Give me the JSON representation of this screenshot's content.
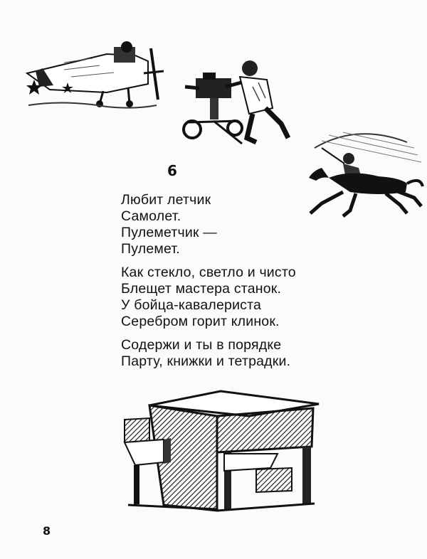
{
  "section_number": "6",
  "page_number": "8",
  "stanzas": [
    [
      "Любит летчик",
      "Самолет.",
      "Пулеметчик —",
      "Пулемет."
    ],
    [
      "Как стекло, светло и чисто",
      "Блещет мастера станок.",
      "У бойца-кавалериста",
      "Серебром горит клинок."
    ],
    [
      "Содержи и ты в порядке",
      "Парту, книжки и тетрадки."
    ]
  ],
  "illustrations": [
    "airplane-illustration",
    "machine-gunner-illustration",
    "cavalryman-illustration",
    "school-desk-illustration"
  ]
}
